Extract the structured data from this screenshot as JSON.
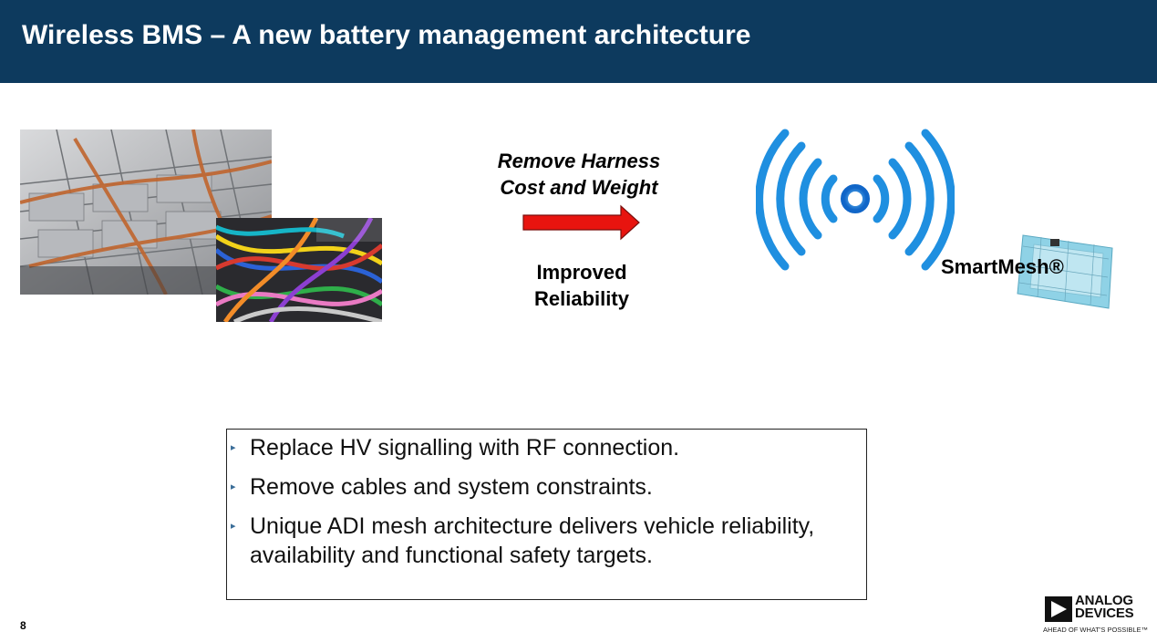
{
  "slide": {
    "title": "Wireless BMS – A new battery management architecture",
    "page_number": "8"
  },
  "callouts": {
    "harness_line1": "Remove Harness",
    "harness_line2": "Cost and Weight",
    "reliability_line1": "Improved",
    "reliability_line2": "Reliability",
    "arrow_color": "#e8140f"
  },
  "product": {
    "label": "SmartMesh®"
  },
  "bullets": [
    "Replace HV signalling with RF connection.",
    "Remove cables and system constraints.",
    "Unique ADI mesh architecture delivers vehicle reliability, availability and functional safety targets."
  ],
  "logo": {
    "line1": "ANALOG",
    "line2": "DEVICES",
    "tagline": "AHEAD OF WHAT'S POSSIBLE™"
  },
  "colors": {
    "title_bar": "#0d3a5e",
    "wifi_blue": "#1f8fe0"
  }
}
